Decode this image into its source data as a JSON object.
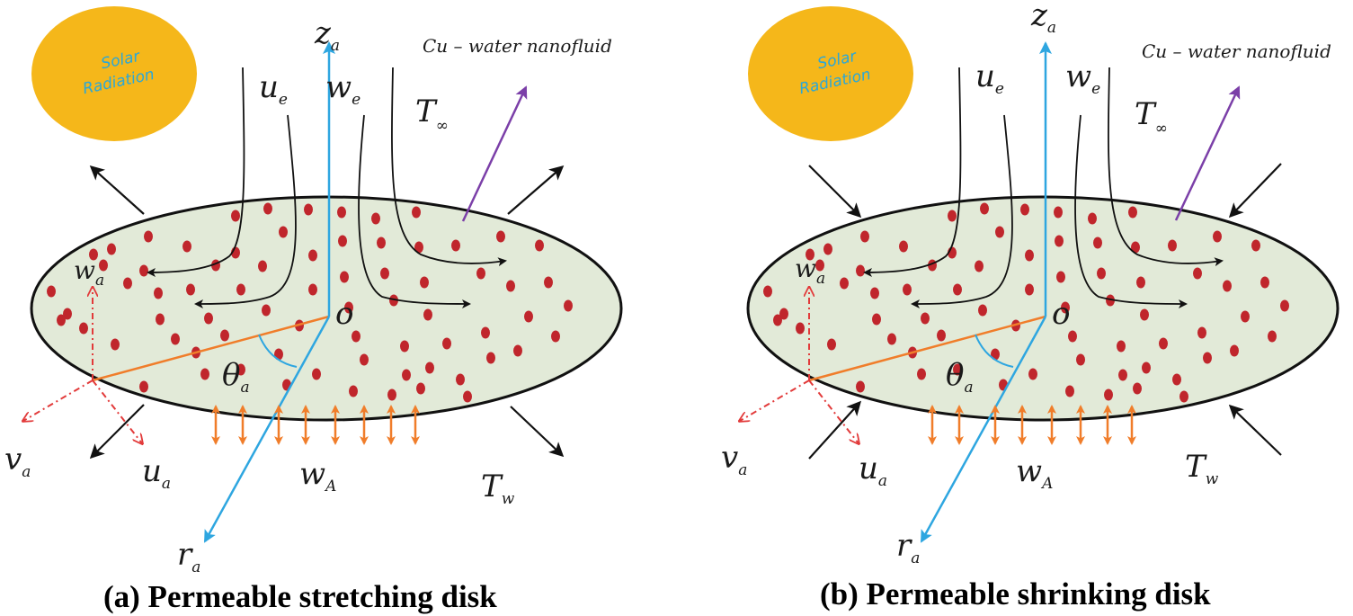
{
  "colors": {
    "disk_fill": "#e2ead8",
    "disk_stroke": "#111111",
    "sun": "#f5b71a",
    "sun_text": "#2aa7d8",
    "axis": "#2ea6e0",
    "radius_line": "#f07d2a",
    "particles": "#c0262c",
    "nano_arrow": "#7b3fa8",
    "suction_arrows": "#f07d2a",
    "local_axes": "#e23a3a"
  },
  "panels": [
    {
      "id": "a",
      "sun_label_line1": "Solar",
      "sun_label_line2": "Radiation",
      "nanofluid_label": "Cu – water nanofluid",
      "z_axis": {
        "main": "z",
        "sub": "a"
      },
      "r_axis": {
        "main": "r",
        "sub": "a"
      },
      "u_e": {
        "main": "u",
        "sub": "e"
      },
      "w_e": {
        "main": "w",
        "sub": "e"
      },
      "t_inf": {
        "main": "T",
        "sub": "∞"
      },
      "origin": "o",
      "theta": {
        "main": "θ",
        "sub": "a"
      },
      "w_a": {
        "main": "w",
        "sub": "a"
      },
      "v_a": {
        "main": "v",
        "sub": "a"
      },
      "u_a": {
        "main": "u",
        "sub": "a"
      },
      "w_A": {
        "main": "w",
        "sub": "A"
      },
      "t_w": {
        "main": "T",
        "sub": "w"
      },
      "caption": "(a) Permeable stretching disk"
    },
    {
      "id": "b",
      "sun_label_line1": "Solar",
      "sun_label_line2": "Radiation",
      "nanofluid_label": "Cu – water nanofluid",
      "z_axis": {
        "main": "z",
        "sub": "a"
      },
      "r_axis": {
        "main": "r",
        "sub": "a"
      },
      "u_e": {
        "main": "u",
        "sub": "e"
      },
      "w_e": {
        "main": "w",
        "sub": "e"
      },
      "t_inf": {
        "main": "T",
        "sub": "∞"
      },
      "origin": "o",
      "theta": {
        "main": "θ",
        "sub": "a"
      },
      "w_a": {
        "main": "w",
        "sub": "a"
      },
      "v_a": {
        "main": "v",
        "sub": "a"
      },
      "u_a": {
        "main": "u",
        "sub": "a"
      },
      "w_A": {
        "main": "w",
        "sub": "A"
      },
      "t_w": {
        "main": "T",
        "sub": "w"
      },
      "caption": "(b) Permeable shrinking disk"
    }
  ]
}
